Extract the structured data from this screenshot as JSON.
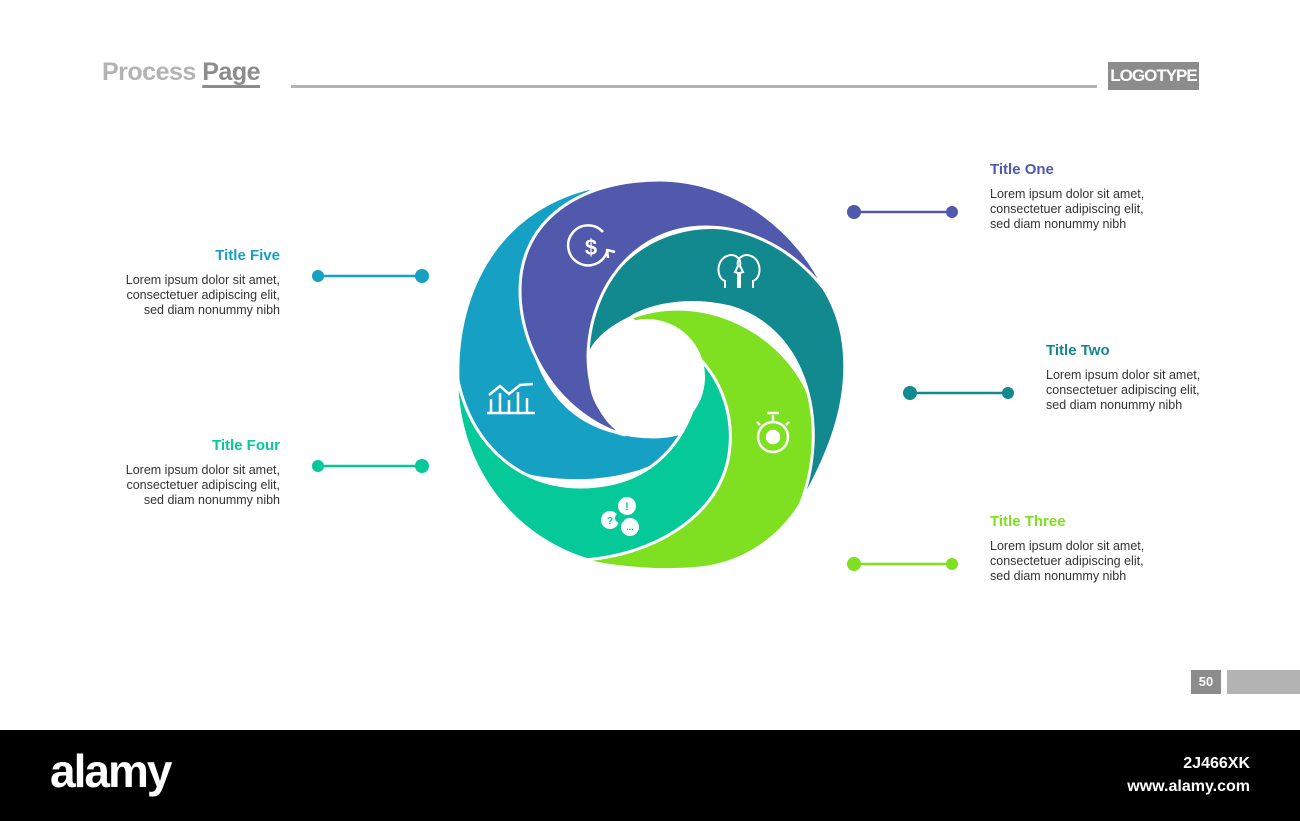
{
  "header": {
    "title_part1": "Process",
    "title_part2": "Page",
    "logo": "LOGOTYPE"
  },
  "colors": {
    "one": "#5059ab",
    "two": "#12888f",
    "three": "#7fe021",
    "four": "#06c99a",
    "five": "#16a0c4"
  },
  "steps": [
    {
      "title": "Title One",
      "icon": "dollar-refresh-icon",
      "lines": [
        "Lorem ipsum dolor sit amet,",
        "consectetuer adipiscing elit,",
        "sed diam nonummy nibh"
      ]
    },
    {
      "title": "Title Two",
      "icon": "two-heads-icon",
      "lines": [
        "Lorem ipsum dolor sit amet,",
        "consectetuer adipiscing elit,",
        "sed diam nonummy nibh"
      ]
    },
    {
      "title": "Title Three",
      "icon": "stopwatch-gear-icon",
      "lines": [
        "Lorem ipsum dolor sit amet,",
        "consectetuer adipiscing elit,",
        "sed diam nonummy nibh"
      ]
    },
    {
      "title": "Title Four",
      "icon": "speech-bubbles-icon",
      "lines": [
        "Lorem ipsum dolor sit amet,",
        "consectetuer adipiscing elit,",
        "sed diam nonummy nibh"
      ]
    },
    {
      "title": "Title Five",
      "icon": "bar-chart-growth-icon",
      "lines": [
        "Lorem ipsum dolor sit amet,",
        "consectetuer adipiscing elit,",
        "sed diam nonummy nibh"
      ]
    }
  ],
  "page_number": "50",
  "footer": {
    "brand": "alamy",
    "image_id": "2J466XK",
    "url": "www.alamy.com"
  }
}
